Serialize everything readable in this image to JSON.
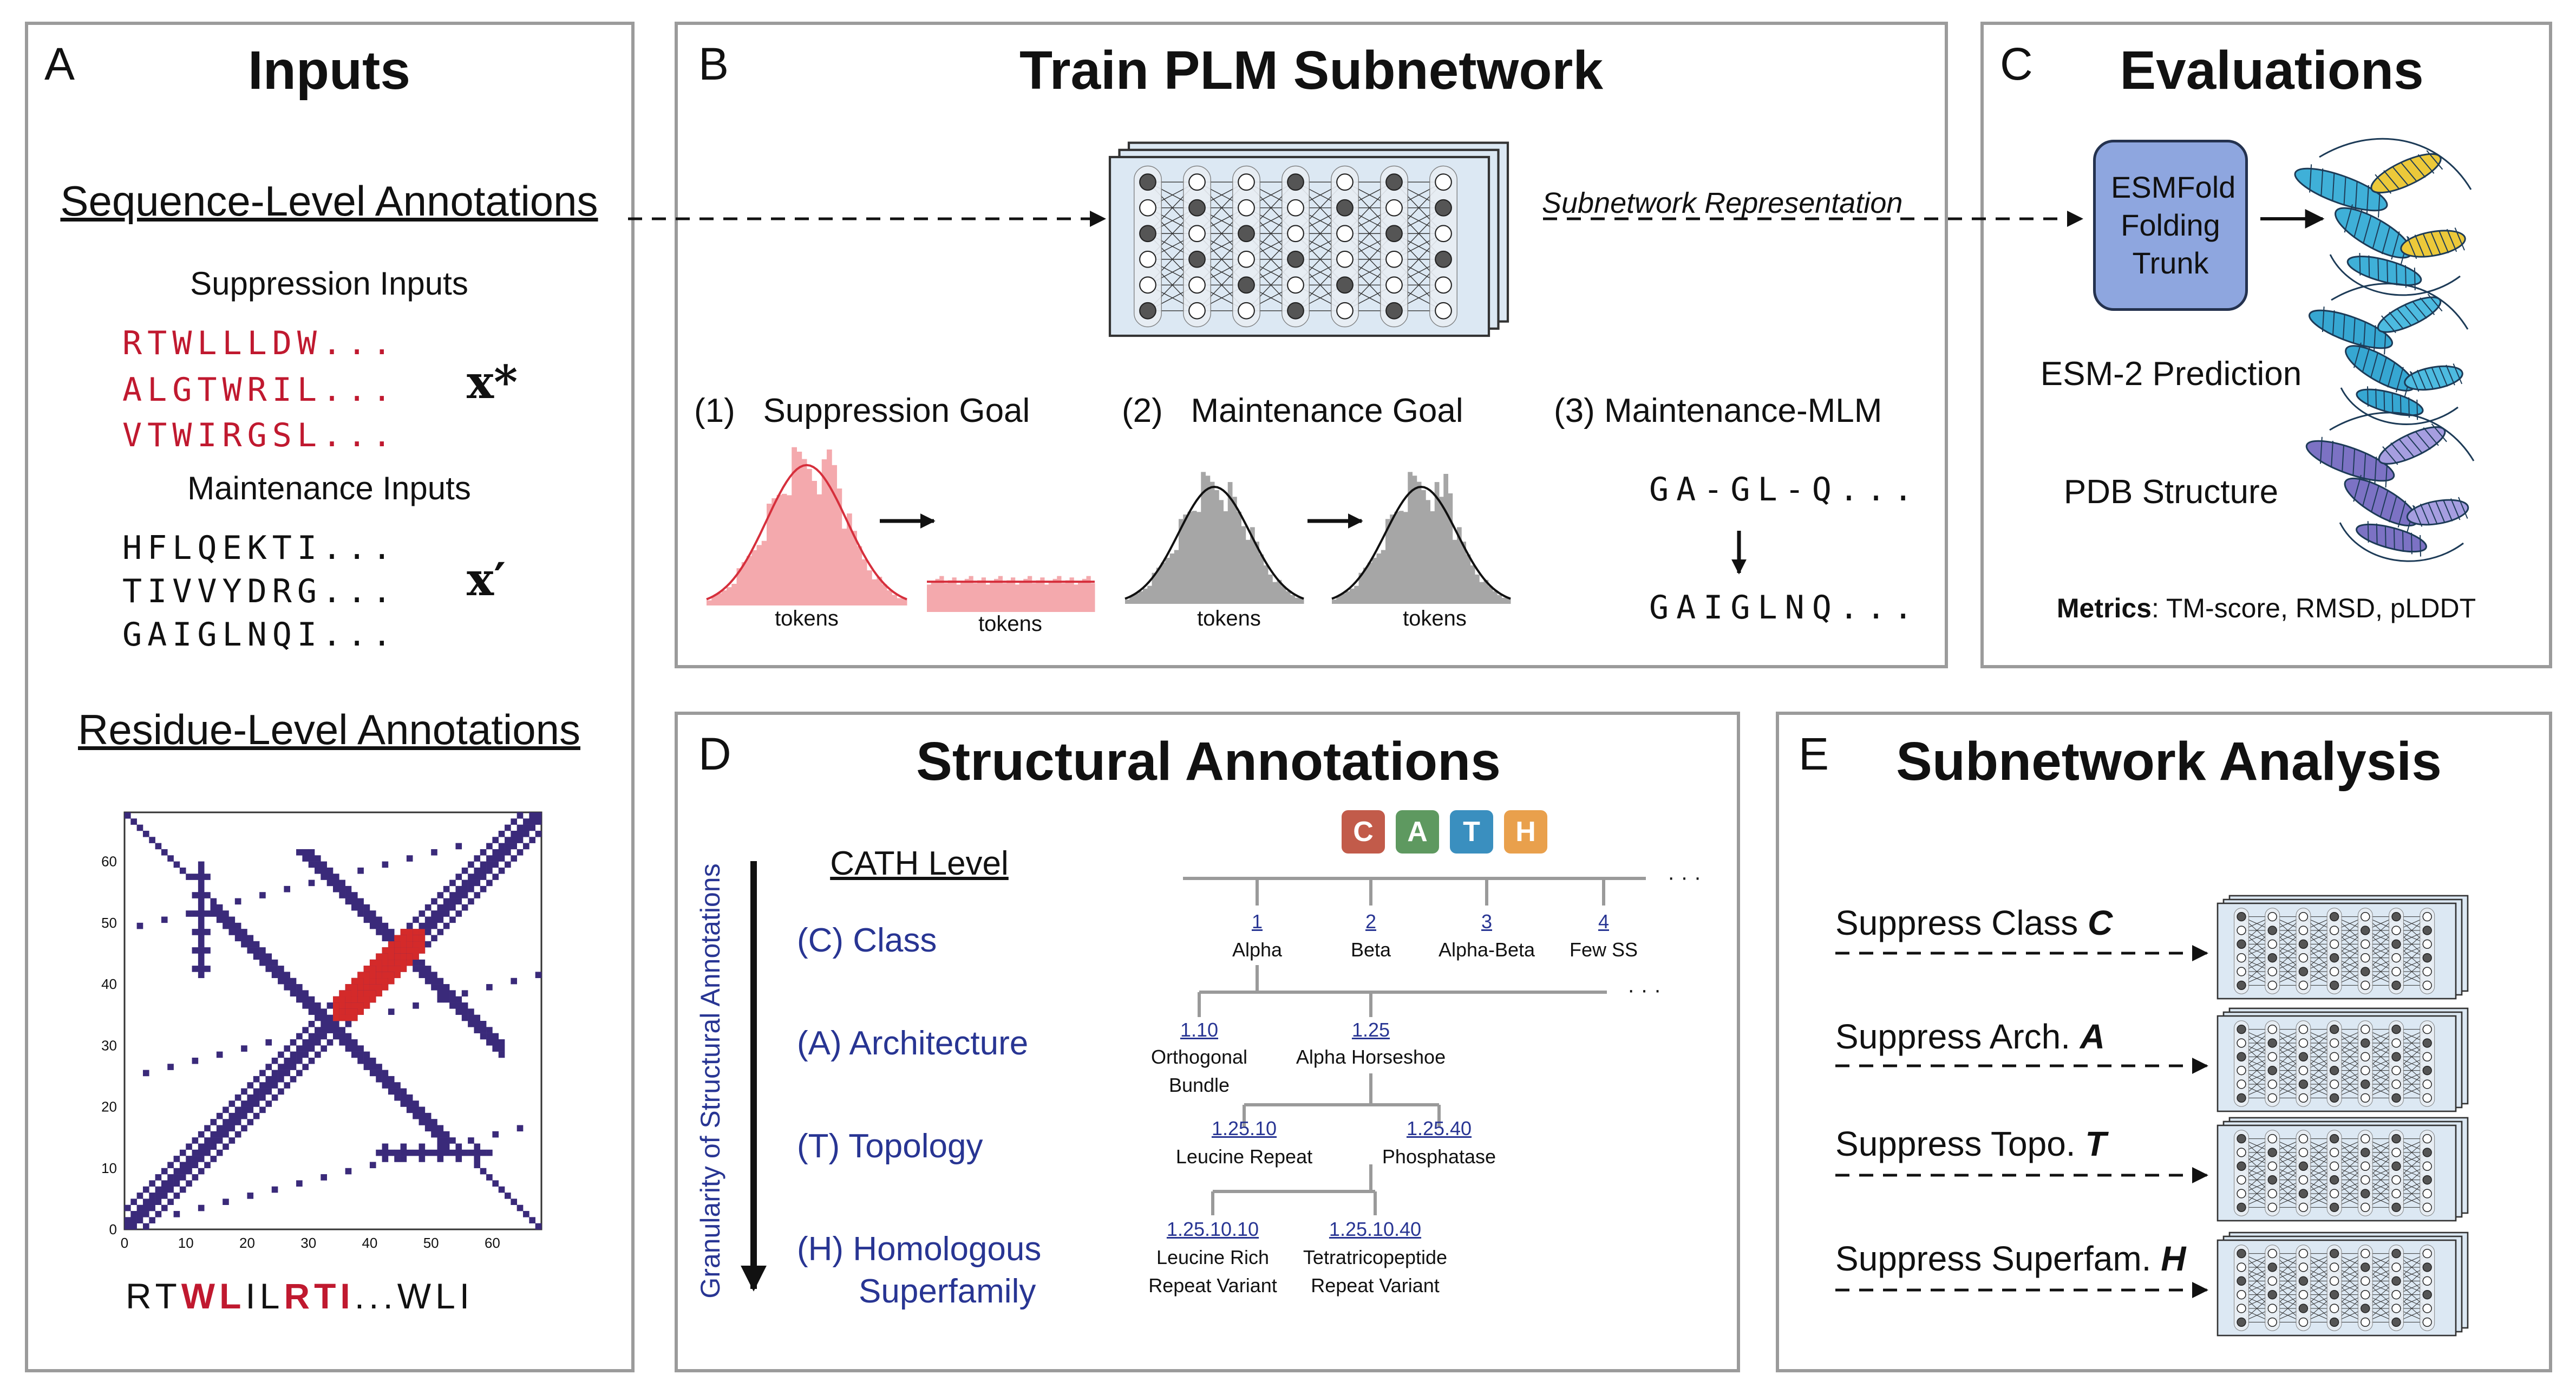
{
  "panels": {
    "a": {
      "letter": "A",
      "title": "Inputs",
      "seq_heading": "Sequence-Level Annotations",
      "suppression_label": "Suppression Inputs",
      "suppression_seqs": [
        "RTWLLLDW...",
        "ALGTWRIL...",
        "VTWIRGSL..."
      ],
      "suppression_symbol": "x*",
      "maintenance_label": "Maintenance Inputs",
      "maintenance_seqs": [
        "HFLQEKTI...",
        "TIVVYDRG...",
        "GAIGLNQI..."
      ],
      "maintenance_symbol": "x′",
      "residue_heading": "Residue-Level Annotations",
      "contact_map_ticks": [
        "0",
        "10",
        "20",
        "30",
        "40",
        "50",
        "60"
      ],
      "residue_seq": [
        "RT",
        "WL",
        "IL",
        "RTI",
        "...WLI"
      ]
    },
    "b": {
      "letter": "B",
      "title": "Train PLM Subnetwork",
      "representation_label": "Subnetwork Representation",
      "goal1": "(1)   Suppression Goal",
      "goal2": "(2)   Maintenance Goal",
      "goal3": "(3) Maintenance-MLM",
      "tokens_label": "tokens",
      "mlm_masked": "GA-GL-Q...",
      "mlm_filled": "GAIGLNQ..."
    },
    "c": {
      "letter": "C",
      "title": "Evaluations",
      "trunk_label": "ESMFold Folding Trunk",
      "esm_prediction": "ESM-2 Prediction",
      "pdb_structure": "PDB Structure",
      "metrics_bold": "Metrics",
      "metrics_rest": ": TM-score, RMSD, pLDDT"
    },
    "d": {
      "letter": "D",
      "title": "Structural Annotations",
      "axis_label": "Granularity of Structural Annotations",
      "cath_level_heading": "CATH Level",
      "levels": [
        "(C) Class",
        "(A) Architecture",
        "(T) Topology",
        "(H) Homologous",
        "Superfamily"
      ],
      "cath_letters": [
        "C",
        "A",
        "T",
        "H"
      ],
      "cath_colors": [
        "#c25b4a",
        "#5e9960",
        "#3a8fbf",
        "#e9a04c"
      ],
      "classes": [
        {
          "code": "1",
          "name": "Alpha"
        },
        {
          "code": "2",
          "name": "Beta"
        },
        {
          "code": "3",
          "name": "Alpha-Beta"
        },
        {
          "code": "4",
          "name": "Few SS"
        }
      ],
      "architectures": [
        {
          "code": "1.10",
          "name": "Orthogonal",
          "name2": "Bundle"
        },
        {
          "code": "1.25",
          "name": "Alpha Horseshoe"
        }
      ],
      "topologies": [
        {
          "code": "1.25.10",
          "name": "Leucine Repeat"
        },
        {
          "code": "1.25.40",
          "name": "Phosphatase"
        }
      ],
      "superfamilies": [
        {
          "code": "1.25.10.10",
          "name": "Leucine Rich",
          "name2": "Repeat Variant"
        },
        {
          "code": "1.25.10.40",
          "name": "Tetratricopeptide",
          "name2": "Repeat Variant"
        }
      ],
      "ellipsis": "· · ·"
    },
    "e": {
      "letter": "E",
      "title": "Subnetwork Analysis",
      "rows": [
        {
          "text": "Suppress Class ",
          "level": "C"
        },
        {
          "text": "Suppress Arch. ",
          "level": "A"
        },
        {
          "text": "Suppress Topo. ",
          "level": "T"
        },
        {
          "text": "Suppress Superfam. ",
          "level": "H"
        }
      ]
    }
  },
  "colors": {
    "suppression_red": "#c0192f",
    "dist_red": "#f4a9ad",
    "dist_gray": "#a6a6a6",
    "network_fill": "#dce8f3",
    "contact_purple": "#3a2a7a",
    "trunk_fill": "#8ea6df",
    "cath_blue": "#283593"
  },
  "icons": [
    "neural-network-icon",
    "protein-structure-icon",
    "arrow-icon"
  ]
}
